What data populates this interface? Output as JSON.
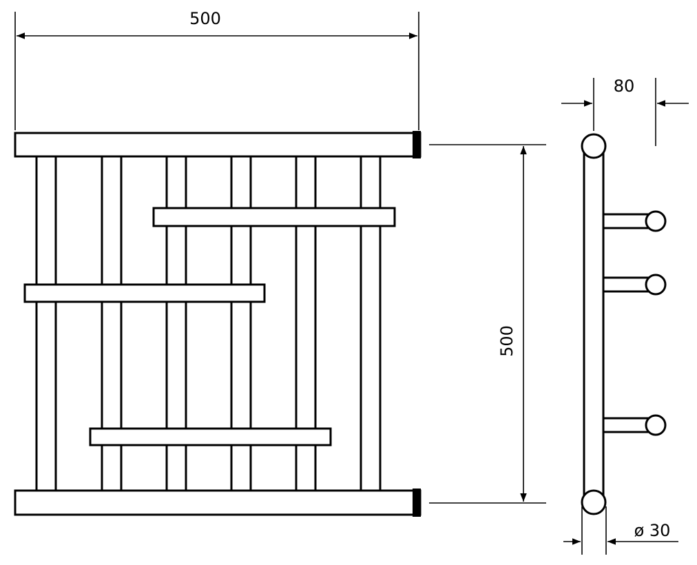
{
  "dimensions": {
    "width": "500",
    "height": "500",
    "depth": "80",
    "diameter": "ø 30"
  },
  "colors": {
    "line": "#000000",
    "background": "#ffffff"
  }
}
